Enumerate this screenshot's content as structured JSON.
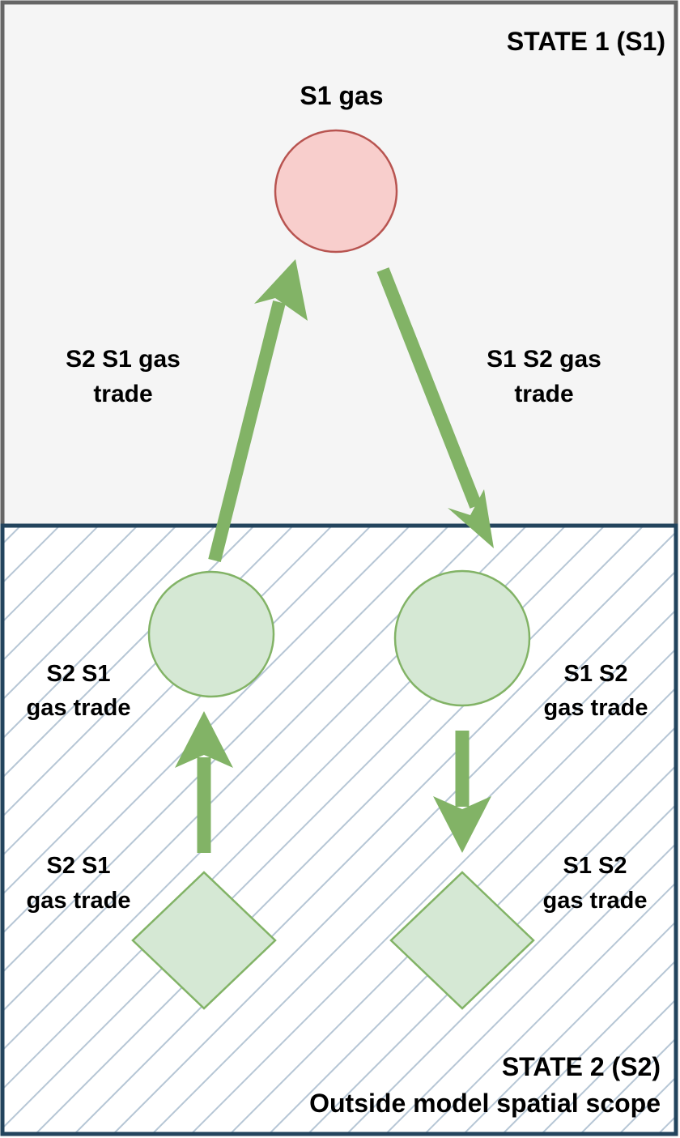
{
  "diagram": {
    "state1": {
      "title": "STATE 1 (S1)",
      "node_label": "S1 gas",
      "fill": "#f5f5f5",
      "stroke": "#666666",
      "node_fill": "#f8cecc",
      "node_stroke": "#b85450"
    },
    "state2": {
      "title": "STATE 2 (S2)",
      "subtitle": "Outside model spatial scope",
      "stroke": "#23445d",
      "hatch": "#b6c6d5"
    },
    "edges": {
      "import_label_line1": "S2 S1 gas",
      "import_label_line2": "trade",
      "export_label_line1": "S1 S2 gas",
      "export_label_line2": "trade"
    },
    "left_stack": {
      "circle_label_line1": "S2 S1",
      "circle_label_line2": "gas trade",
      "diamond_label_line1": "S2 S1",
      "diamond_label_line2": "gas trade"
    },
    "right_stack": {
      "circle_label_line1": "S1 S2",
      "circle_label_line2": "gas trade",
      "diamond_label_line1": "S1 S2",
      "diamond_label_line2": "gas trade"
    },
    "colors": {
      "arrow": "#82b366",
      "trade_node_fill": "#d5e8d4",
      "trade_node_stroke": "#82b366"
    }
  }
}
